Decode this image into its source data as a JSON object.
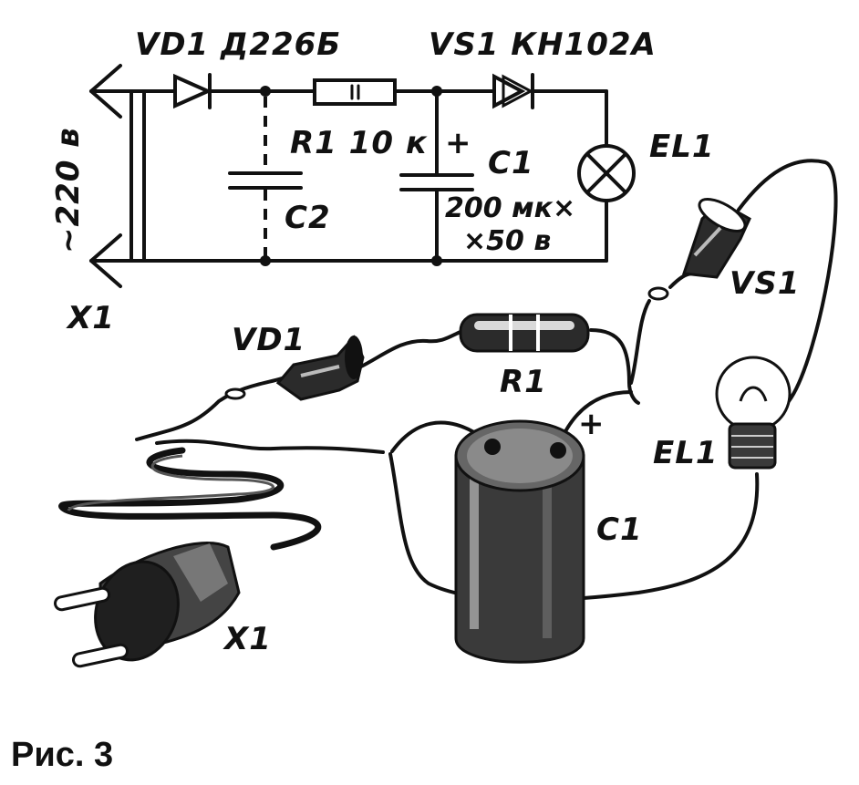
{
  "schematic": {
    "vd1_label": "VD1 Д226Б",
    "vs1_label": "VS1 КН102А",
    "r1_label": "R1 10 к",
    "c1_label": "C1",
    "c1_spec_1": "200 мк×",
    "c1_spec_2": "×50 в",
    "c2_label": "C2",
    "el1_label": "EL1",
    "voltage_label": "~220 в",
    "x1_label": "X1",
    "plus_sign": "+"
  },
  "assembly": {
    "vd1_label": "VD1",
    "r1_label": "R1",
    "vs1_label": "VS1",
    "el1_label": "EL1",
    "c1_label": "C1",
    "x1_label": "X1",
    "plus_sign": "+"
  },
  "caption": "Рис. 3"
}
